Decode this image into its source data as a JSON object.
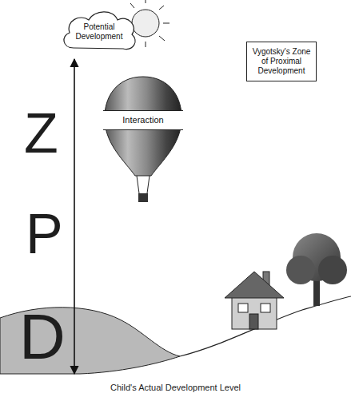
{
  "diagram": {
    "caption": "Child's Actual Development Level",
    "nodes": [
      {
        "text": [
          "Potential Development"
        ]
      },
      {
        "text": [
          "Vygotsky's Zone of Proximal Development"
        ]
      },
      {
        "text": [
          "Interaction"
        ]
      }
    ],
    "labels": [
      "Z",
      "P",
      "D"
    ]
  }
}
